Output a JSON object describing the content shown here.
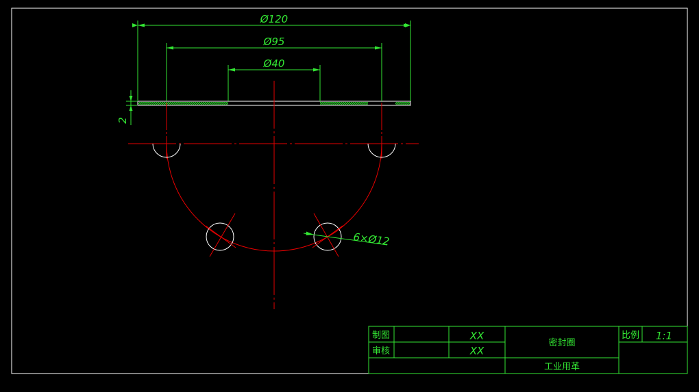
{
  "drawing": {
    "dimensions": {
      "d120": "Ø120",
      "d95": "Ø95",
      "d40": "Ø40",
      "thickness": "2",
      "holes": "6×Ø12"
    },
    "title_block": {
      "drawn_label": "制图",
      "drawn_value": "XX",
      "checked_label": "审核",
      "checked_value": "XX",
      "part_name": "密封圈",
      "material": "工业用革",
      "scale_label": "比例",
      "scale_value": "1:1"
    },
    "colors": {
      "background": "#000000",
      "border": "#ffffff",
      "dimension": "#33e633",
      "centerline": "#e60000",
      "outline": "#ffffff"
    }
  }
}
